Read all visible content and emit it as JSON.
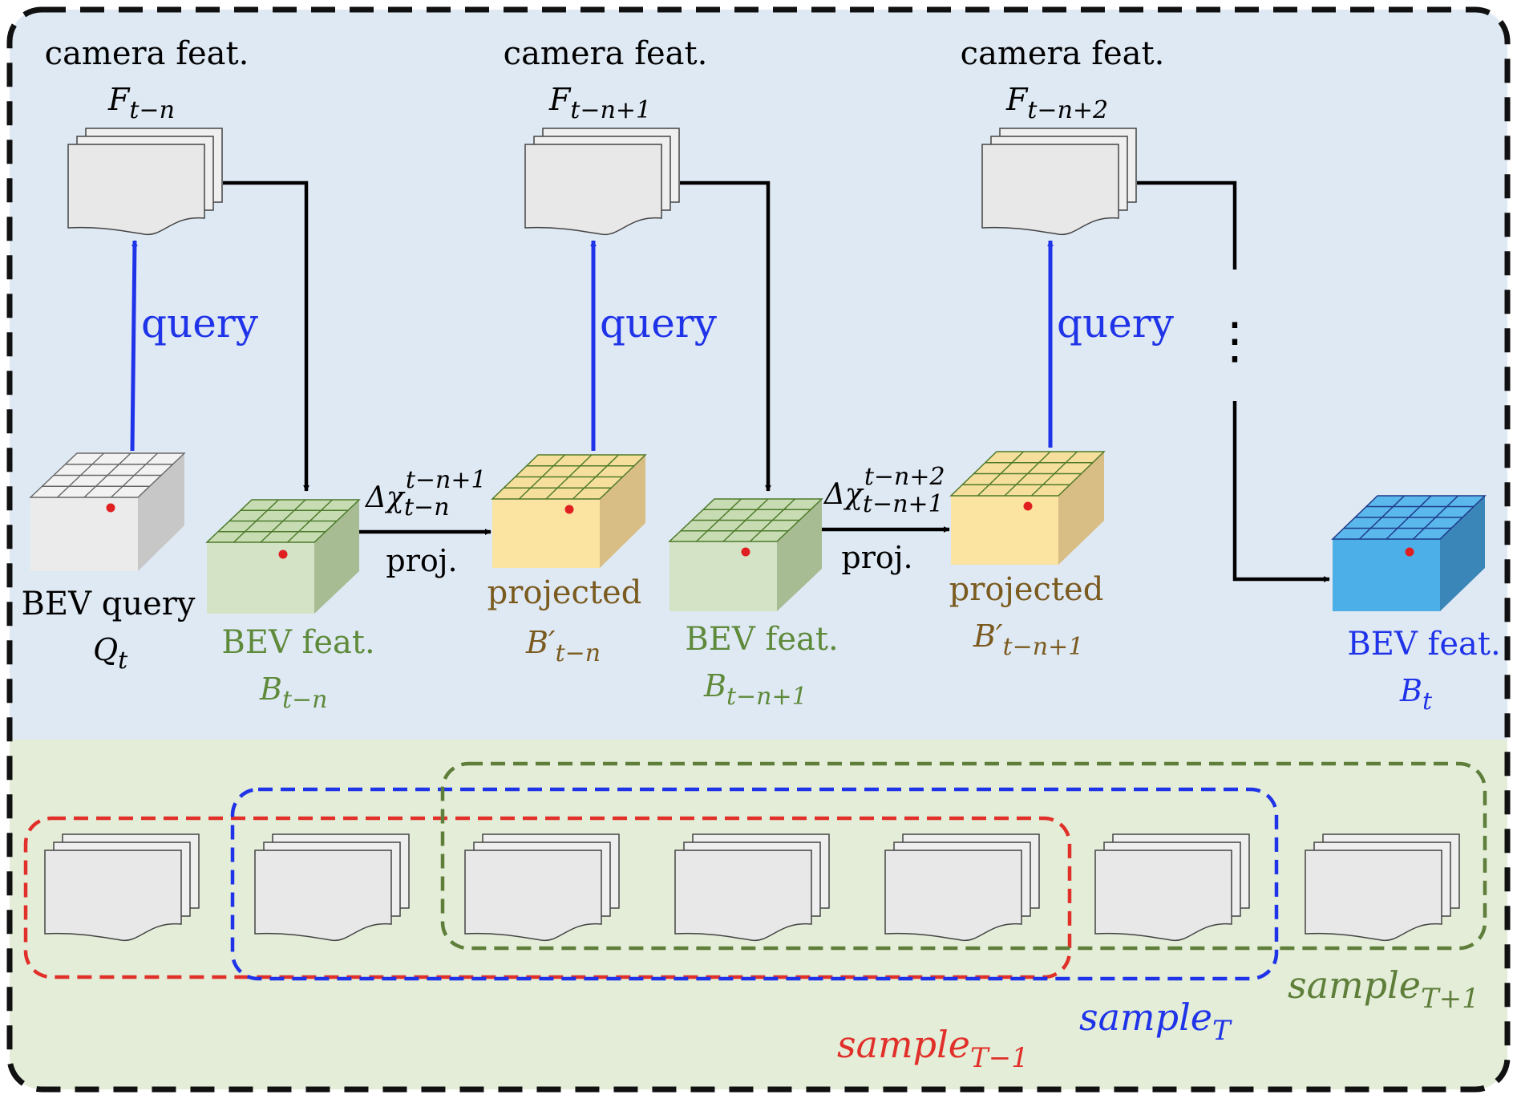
{
  "camera_feat_label": "camera feat.",
  "query_label": "query",
  "proj_label": "proj.",
  "projected_label": "projected",
  "bev_feat_label": "BEV feat.",
  "bev_query_label": "BEV query",
  "ellipsis": "⋮",
  "math": {
    "F": "F",
    "sub_t_n": "t−n",
    "sub_t_n1": "t−n+1",
    "sub_t_n2": "t−n+2",
    "Q": "Q",
    "B": "B",
    "B_prime": "B′",
    "t": "t",
    "delta_chi": "Δχ",
    "sample": "sample",
    "sub_T_minus_1": "T−1",
    "sub_T": "T",
    "sub_T_plus_1": "T+1"
  },
  "colors": {
    "top_panel": "#dfe9f4",
    "bottom_panel": "#e3edd8",
    "query_blue": "#1f33e8",
    "bev_green_text": "#5e8a3a",
    "projected_text": "#7a5a1e",
    "sample_red": "#e1302a",
    "sample_blue": "#1f33e8",
    "sample_green": "#5e7e3a"
  }
}
